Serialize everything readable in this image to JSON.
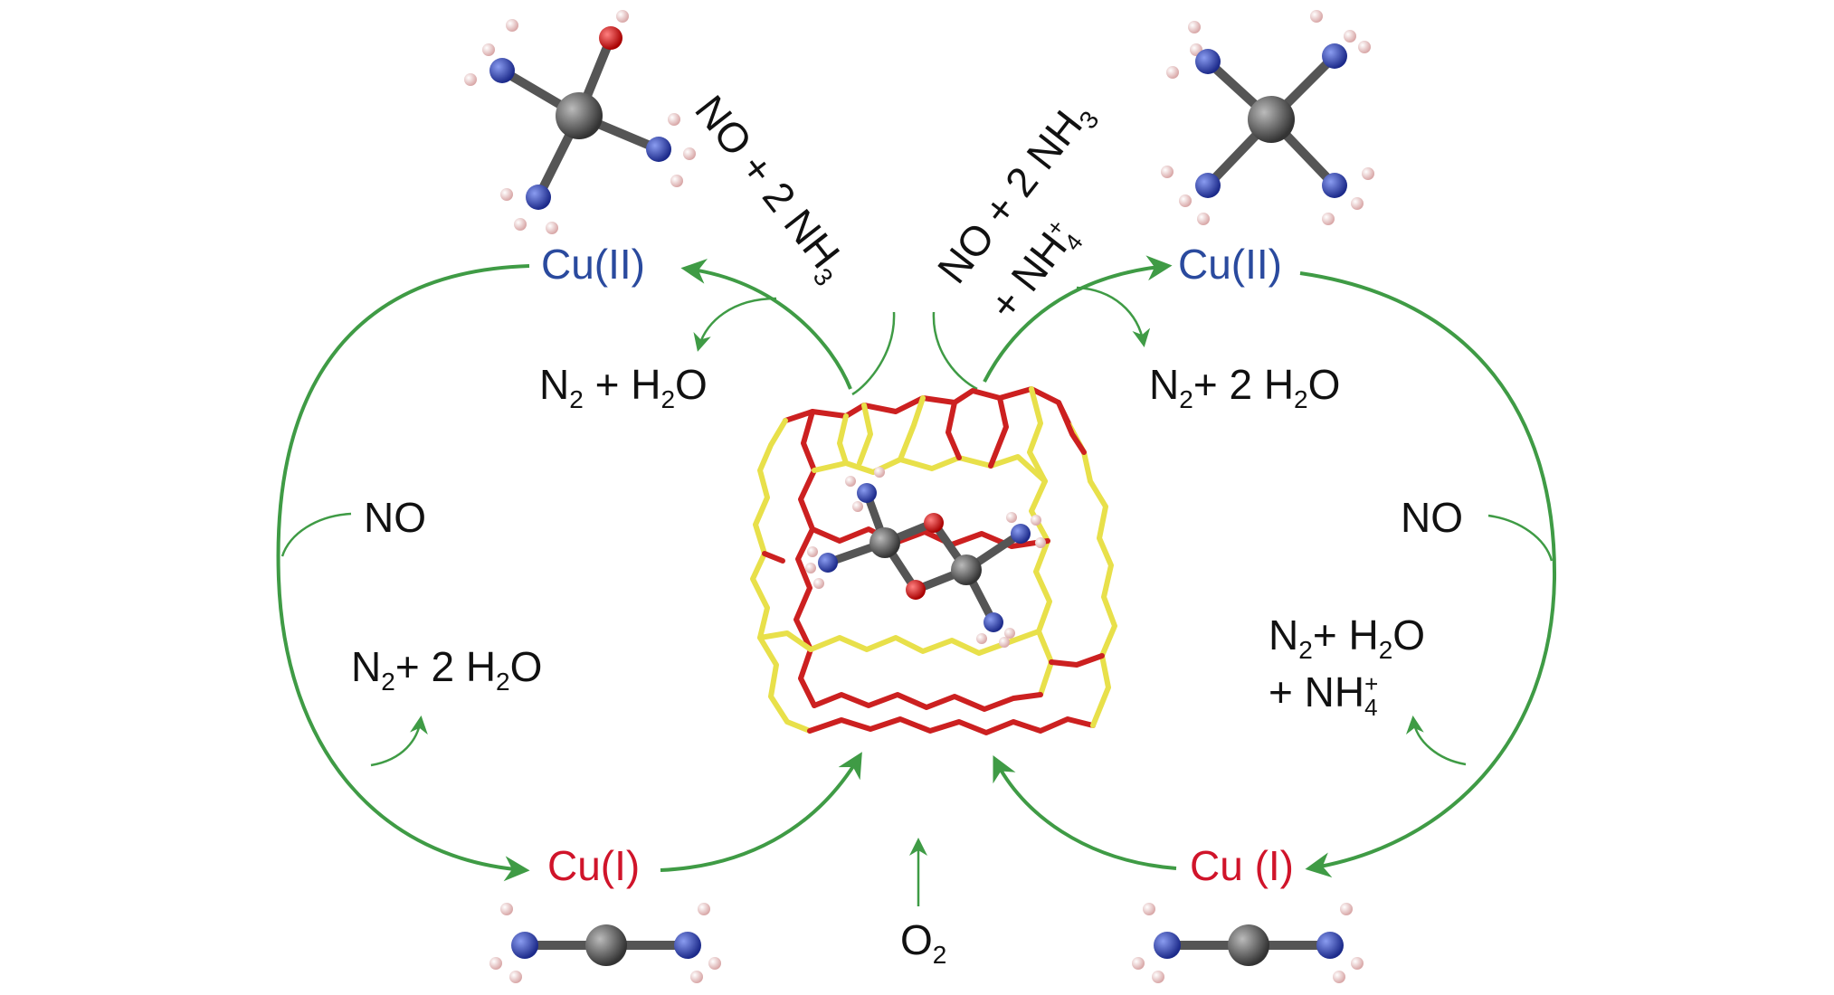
{
  "labels": {
    "cu2_left": "Cu(II)",
    "cu2_right": "Cu(II)",
    "cu1_left": "Cu(I)",
    "cu1_right": "Cu (I)",
    "no_left": "NO",
    "no_right": "NO",
    "top_left_reactant": {
      "a": "NO + 2 NH",
      "sub": "3"
    },
    "top_right_reactant": {
      "a": "NO + 2 NH",
      "sub": "3",
      "b": "+ NH",
      "sub2": "4",
      "sup2": "+"
    },
    "p_tl": {
      "a": "N",
      "s1": "2",
      "b": " + H",
      "s2": "2",
      "c": "O"
    },
    "p_tr": {
      "a": "N",
      "s1": "2",
      "b": "+ 2 H",
      "s2": "2",
      "c": "O"
    },
    "p_bl": {
      "a": "N",
      "s1": "2",
      "b": "+ 2 H",
      "s2": "2",
      "c": "O"
    },
    "p_br1": {
      "a": "N",
      "s1": "2",
      "b": "+ H",
      "s2": "2",
      "c": "O"
    },
    "p_br2": {
      "a": "+ NH",
      "s1": "4",
      "sup": "+"
    },
    "o2": {
      "a": "O",
      "s": "2"
    }
  },
  "colors": {
    "arrow": "#3f9b45",
    "cu_atom": "#555555",
    "n_atom": "#2f3fa8",
    "h_atom": "#f0d0d0",
    "o_atom": "#d41818",
    "si_bond": "#e8e04a",
    "o_bond": "#cc2020",
    "cu2_text": "#2a4a9e",
    "cu1_text": "#d0142a"
  }
}
